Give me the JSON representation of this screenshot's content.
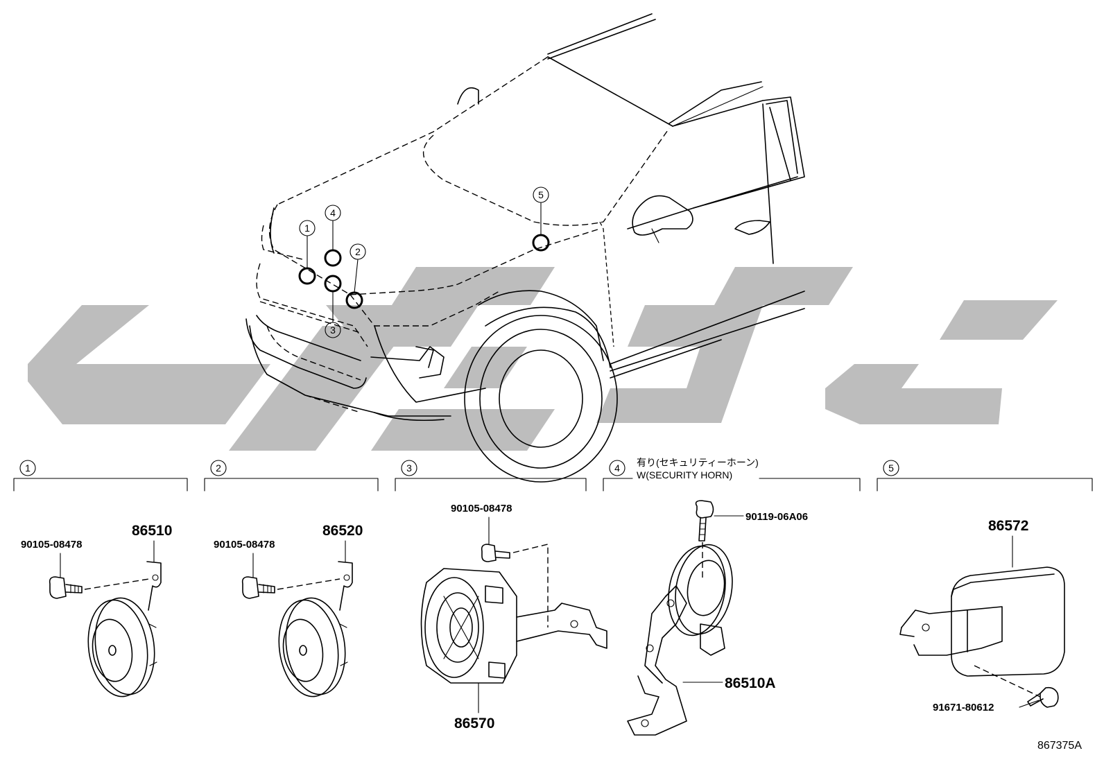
{
  "callouts": [
    "1",
    "2",
    "3",
    "4",
    "5"
  ],
  "sections": [
    {
      "number": "1",
      "parts": [
        "90105-08478",
        "86510"
      ]
    },
    {
      "number": "2",
      "parts": [
        "90105-08478",
        "86520"
      ]
    },
    {
      "number": "3",
      "parts": [
        "90105-08478",
        "86570"
      ]
    },
    {
      "number": "4",
      "note_ja": "有り(セキュリティーホーン)",
      "note_en": "W(SECURITY HORN)",
      "parts": [
        "90119-06A06",
        "86510A"
      ]
    },
    {
      "number": "5",
      "parts": [
        "86572",
        "91671-80612"
      ]
    }
  ],
  "diagram_id": "867375A",
  "colors": {
    "line": "#000000",
    "watermark": "#bdbdbd",
    "background": "#ffffff"
  }
}
